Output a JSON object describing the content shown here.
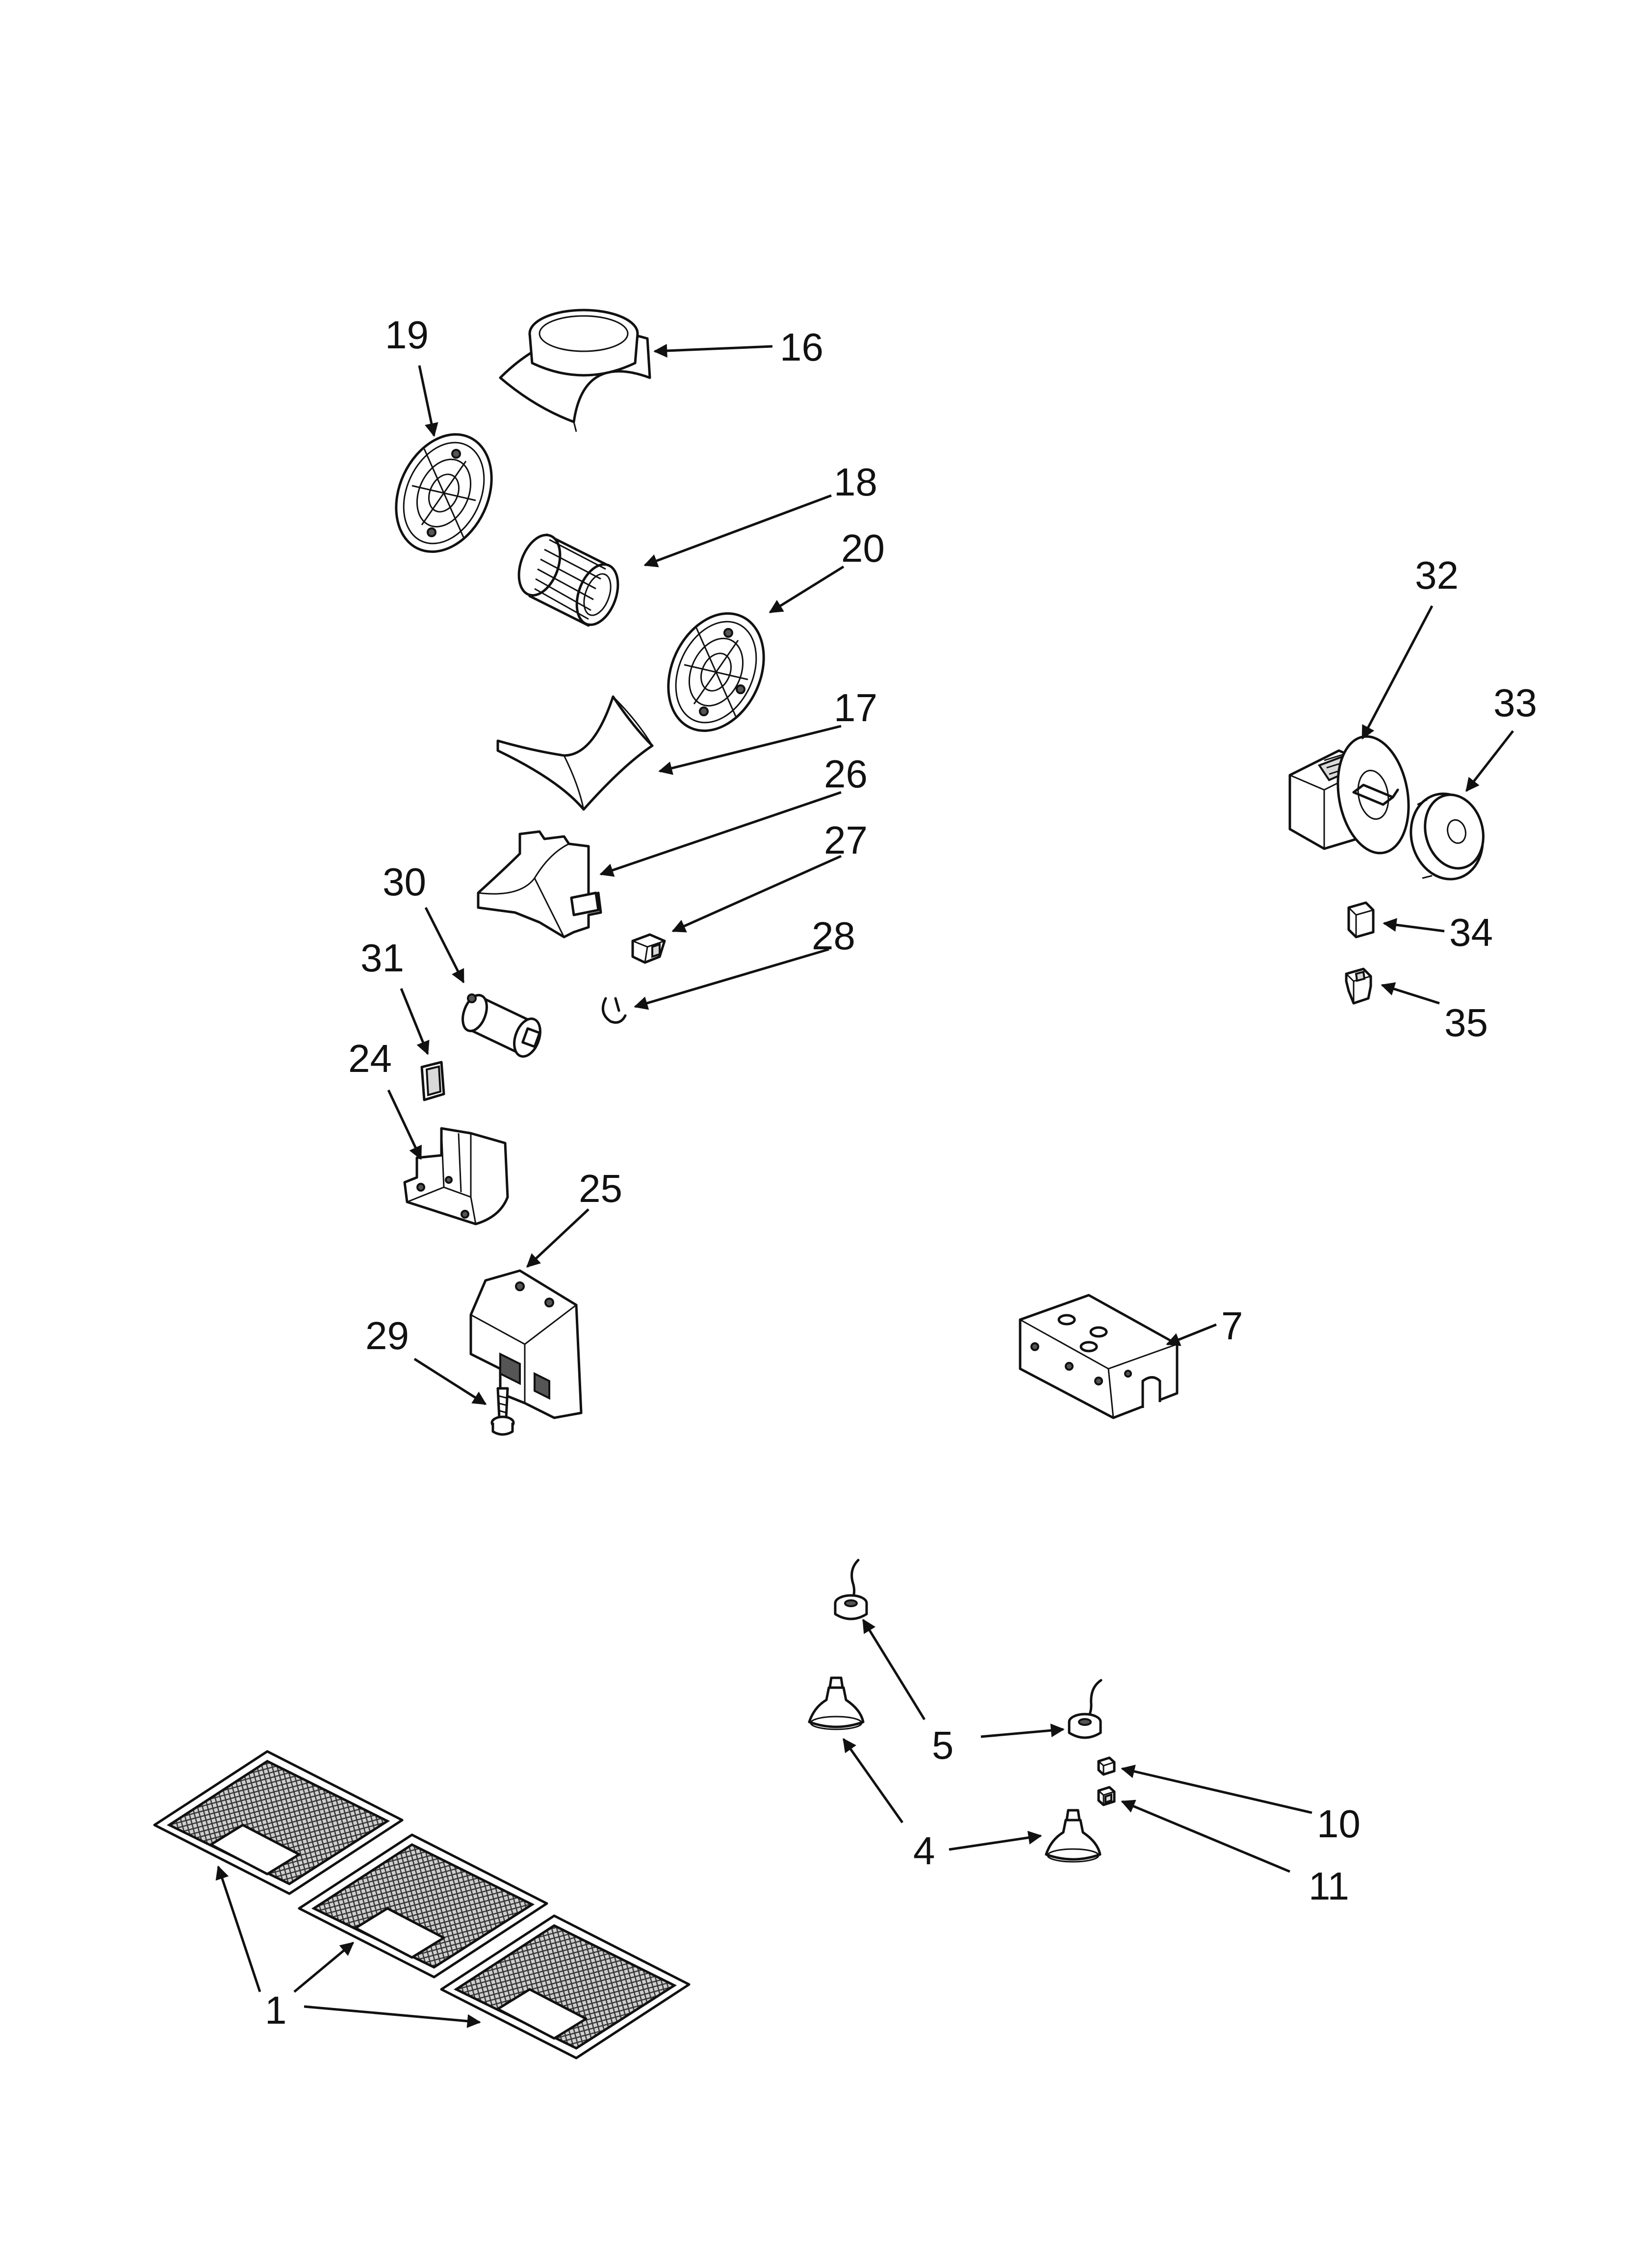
{
  "callouts": {
    "c16": "16",
    "c19": "19",
    "c18": "18",
    "c20": "20",
    "c17": "17",
    "c26": "26",
    "c27": "27",
    "c30": "30",
    "c28": "28",
    "c31": "31",
    "c24": "24",
    "c25": "25",
    "c29": "29",
    "c32": "32",
    "c33": "33",
    "c34": "34",
    "c35": "35",
    "c7": "7",
    "c5": "5",
    "c4": "4",
    "c10": "10",
    "c11": "11",
    "c1": "1"
  },
  "colors": {
    "ink": "#111111",
    "paper": "#ffffff",
    "shade": "#d9d9d9"
  }
}
